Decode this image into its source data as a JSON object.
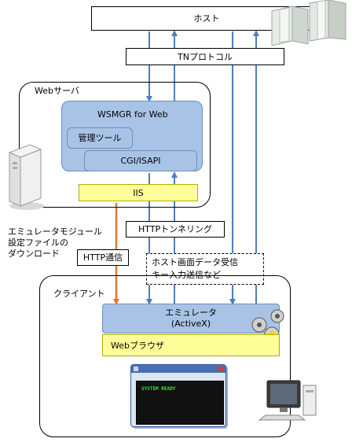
{
  "host": {
    "label": "ホスト"
  },
  "tn_protocol": {
    "label": "TNプロトコル"
  },
  "web_server": {
    "label": "Webサーバ",
    "wsmgr": {
      "label": "WSMGR for Web"
    },
    "admin_tool": {
      "label": "管理ツール"
    },
    "cgi": {
      "label": "CGI/ISAPI"
    },
    "iis": {
      "label": "IIS"
    }
  },
  "notes": {
    "download_note": [
      "エミュレータモジュール",
      "設定ファイルの",
      "ダウンロード"
    ],
    "http_tunneling": "HTTPトンネリング",
    "http_comm": "HTTP通信",
    "host_data_note": [
      "ホスト画面データ受信",
      "キー入力送信など"
    ]
  },
  "client": {
    "label": "クライアント",
    "emulator": {
      "line1": "エミュレータ",
      "line2": "(ActiveX)"
    },
    "browser": {
      "label": "Webブラウザ"
    },
    "terminal_text": "SYSTEM READY"
  },
  "colors": {
    "blue_box": "#a9c3e6",
    "blue_arrow": "#4f7fc0",
    "yellow_box": "#ffff99",
    "orange_arrow": "#e3772c"
  }
}
